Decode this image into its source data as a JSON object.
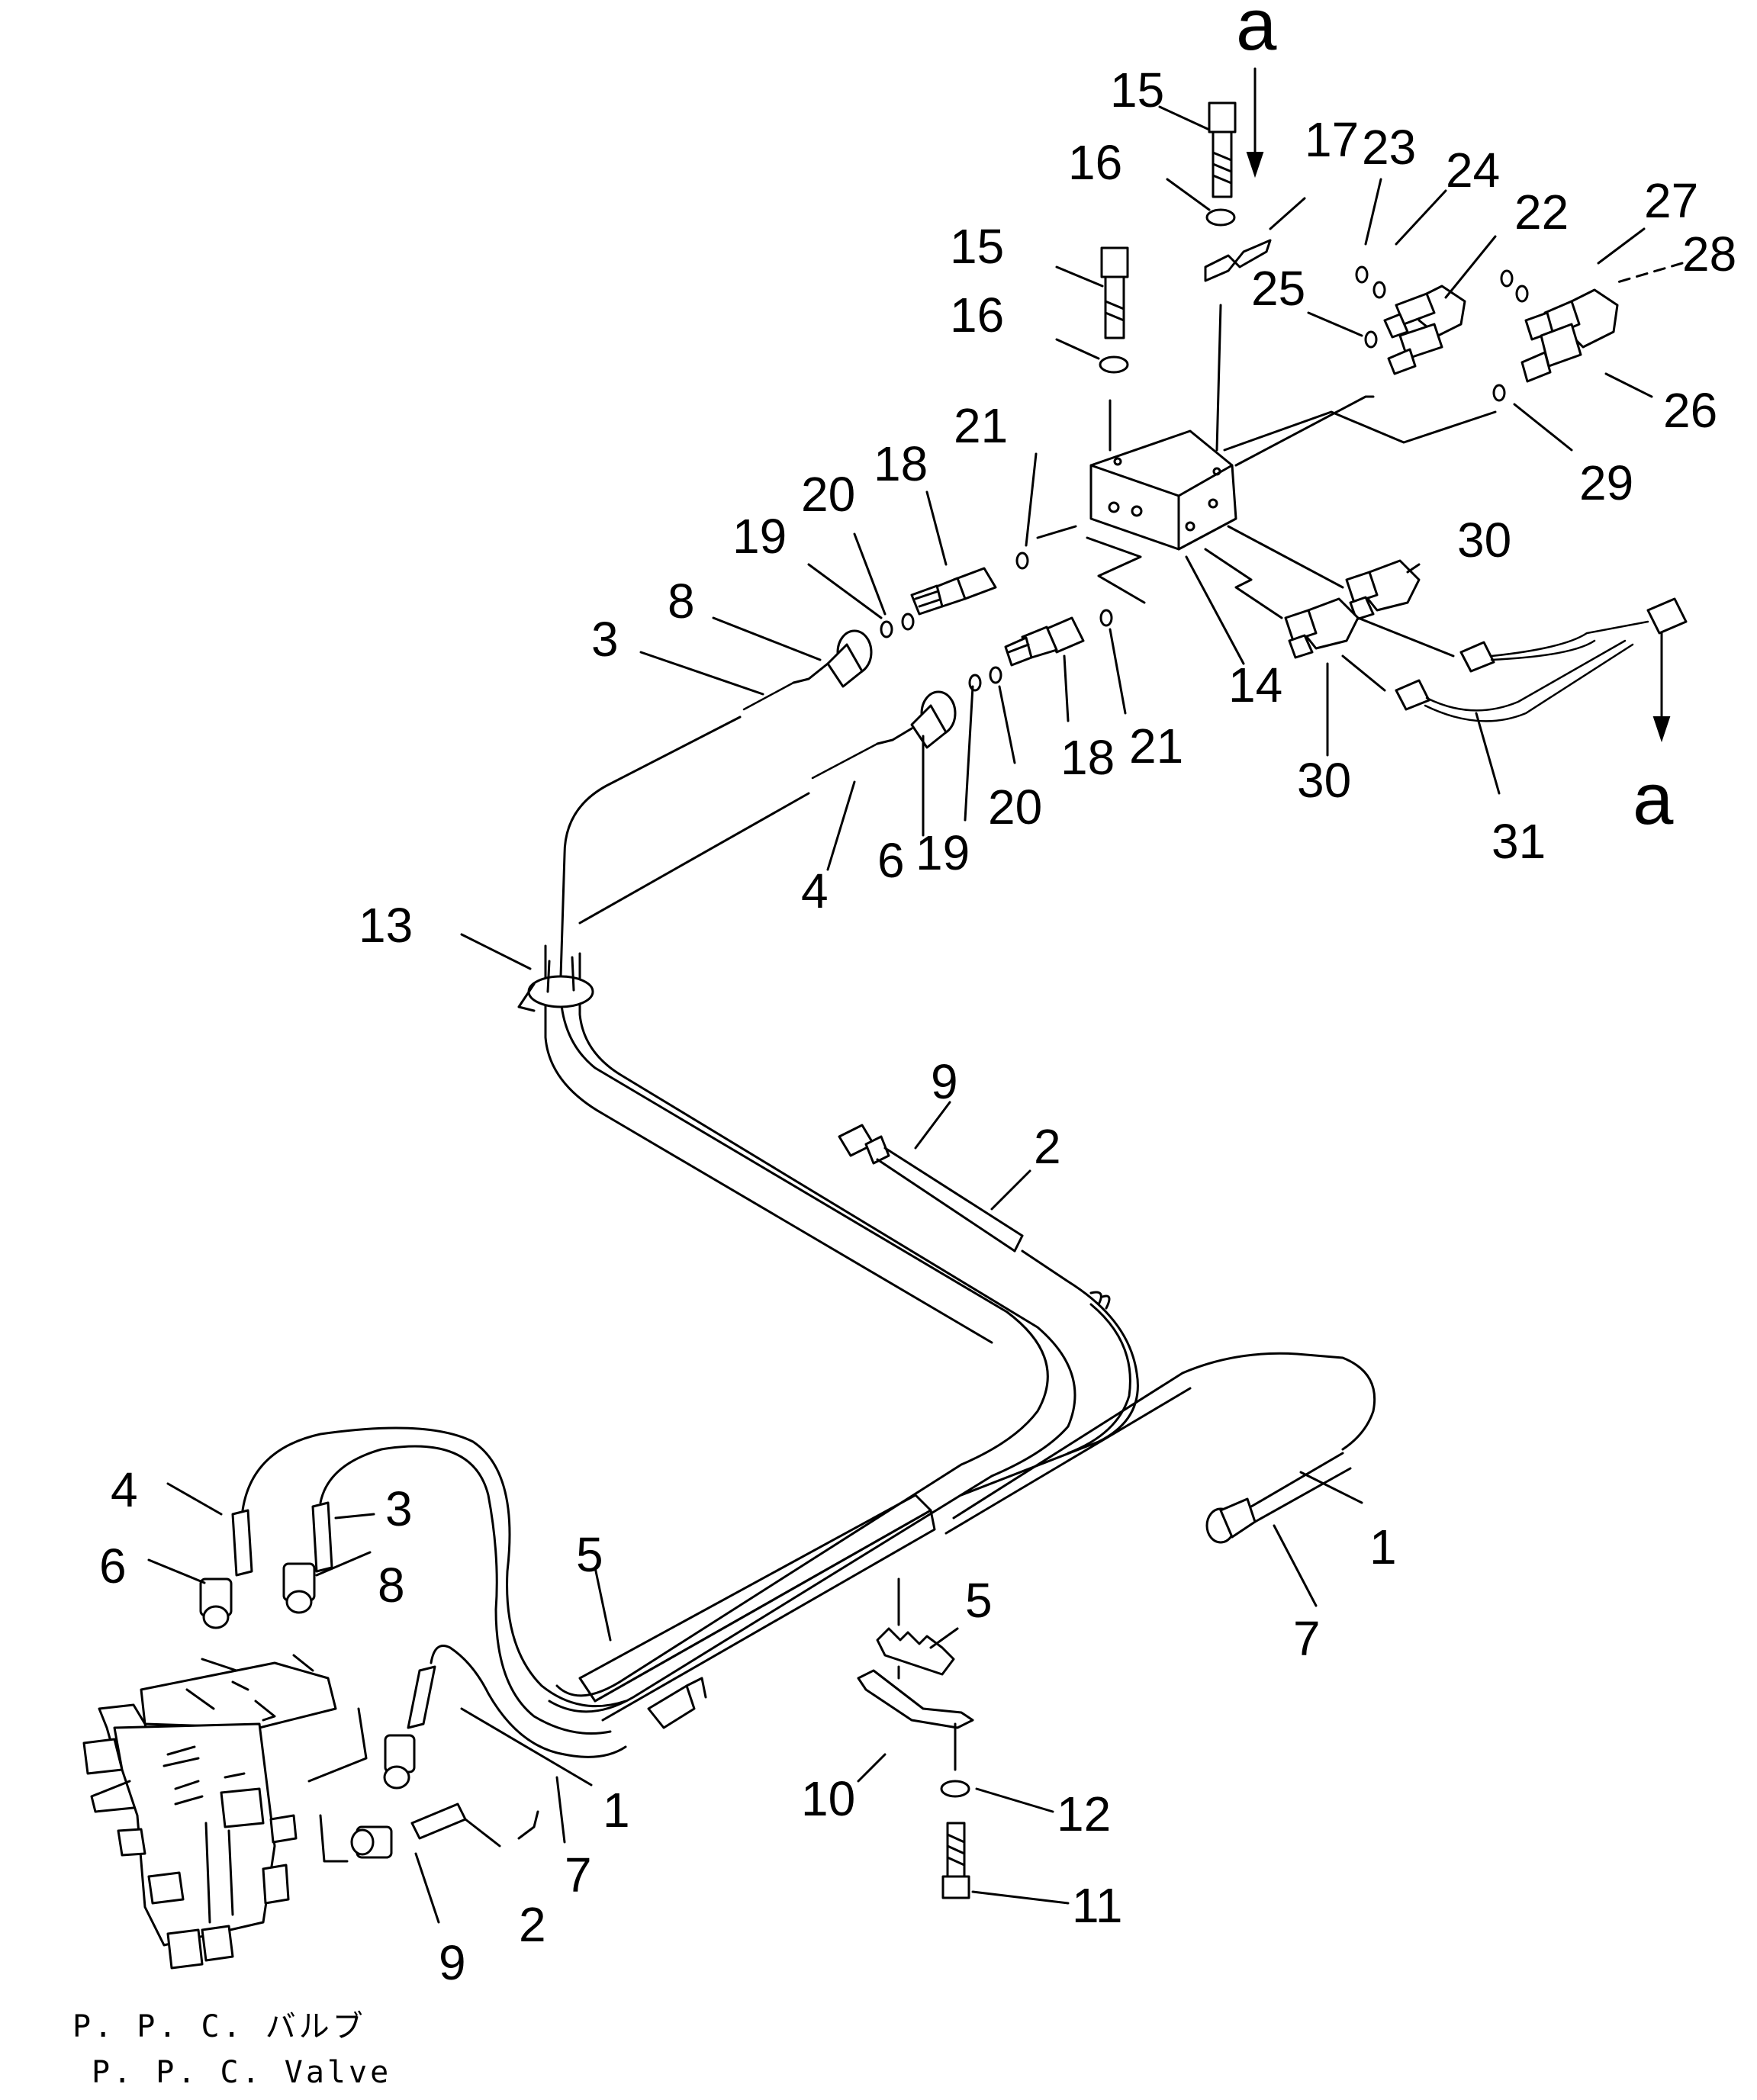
{
  "reference_marks": {
    "top": "a",
    "right": "a"
  },
  "caption": {
    "japanese": "P. P. C. バルブ",
    "english": "P. P. C. Valve"
  },
  "callouts": [
    {
      "id": "c15a",
      "text": "15"
    },
    {
      "id": "c16a",
      "text": "16"
    },
    {
      "id": "c17",
      "text": "17"
    },
    {
      "id": "c23",
      "text": "23"
    },
    {
      "id": "c24",
      "text": "24"
    },
    {
      "id": "c22",
      "text": "22"
    },
    {
      "id": "c27",
      "text": "27"
    },
    {
      "id": "c28",
      "text": "28"
    },
    {
      "id": "c15b",
      "text": "15"
    },
    {
      "id": "c16b",
      "text": "16"
    },
    {
      "id": "c25",
      "text": "25"
    },
    {
      "id": "c26",
      "text": "26"
    },
    {
      "id": "c29",
      "text": "29"
    },
    {
      "id": "c21a",
      "text": "21"
    },
    {
      "id": "c18a",
      "text": "18"
    },
    {
      "id": "c20a",
      "text": "20"
    },
    {
      "id": "c19a",
      "text": "19"
    },
    {
      "id": "c8a",
      "text": "8"
    },
    {
      "id": "c3a",
      "text": "3"
    },
    {
      "id": "c30a",
      "text": "30"
    },
    {
      "id": "c14",
      "text": "14"
    },
    {
      "id": "c21b",
      "text": "21"
    },
    {
      "id": "c18b",
      "text": "18"
    },
    {
      "id": "c30b",
      "text": "30"
    },
    {
      "id": "c20b",
      "text": "20"
    },
    {
      "id": "c19b",
      "text": "19"
    },
    {
      "id": "c6a",
      "text": "6"
    },
    {
      "id": "c4a",
      "text": "4"
    },
    {
      "id": "c31",
      "text": "31"
    },
    {
      "id": "c13",
      "text": "13"
    },
    {
      "id": "c9a",
      "text": "9"
    },
    {
      "id": "c2a",
      "text": "2"
    },
    {
      "id": "c4b",
      "text": "4"
    },
    {
      "id": "c3b",
      "text": "3"
    },
    {
      "id": "c6b",
      "text": "6"
    },
    {
      "id": "c8b",
      "text": "8"
    },
    {
      "id": "c1a",
      "text": "1"
    },
    {
      "id": "c7a",
      "text": "7"
    },
    {
      "id": "c5a",
      "text": "5"
    },
    {
      "id": "c5b",
      "text": "5"
    },
    {
      "id": "c1b",
      "text": "1"
    },
    {
      "id": "c10",
      "text": "10"
    },
    {
      "id": "c12",
      "text": "12"
    },
    {
      "id": "c7b",
      "text": "7"
    },
    {
      "id": "c11",
      "text": "11"
    },
    {
      "id": "c2b",
      "text": "2"
    },
    {
      "id": "c9b",
      "text": "9"
    }
  ]
}
